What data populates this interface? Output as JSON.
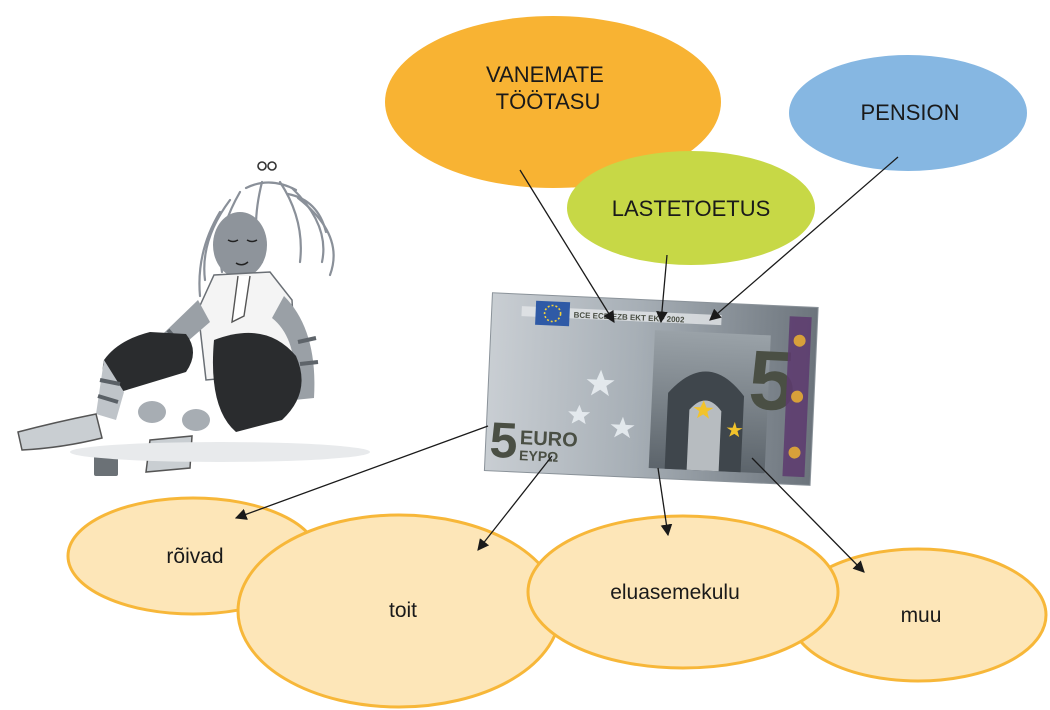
{
  "diagram": {
    "sources": [
      {
        "id": "vanemate-tootasu",
        "lines": [
          "VANEMATE",
          "TÖÖTASU"
        ],
        "color": "#f8b333"
      },
      {
        "id": "lastetoetus",
        "lines": [
          "LASTETOETUS"
        ],
        "color": "#c7d846"
      },
      {
        "id": "pension",
        "lines": [
          "PENSION"
        ],
        "color": "#86b7e2"
      }
    ],
    "expenses": [
      {
        "id": "roivad",
        "label": "rõivad"
      },
      {
        "id": "toit",
        "label": "toit"
      },
      {
        "id": "eluasemekulu",
        "label": "eluasemekulu"
      },
      {
        "id": "muu",
        "label": "muu"
      }
    ],
    "expense_fill": "#fde6b8",
    "expense_stroke": "#f7b739",
    "banknote": {
      "value": "5",
      "currency": "EURO",
      "currency_greek": "EYPΩ",
      "serial_text": "BCE ECB EZB EKT EKP 2002"
    }
  }
}
